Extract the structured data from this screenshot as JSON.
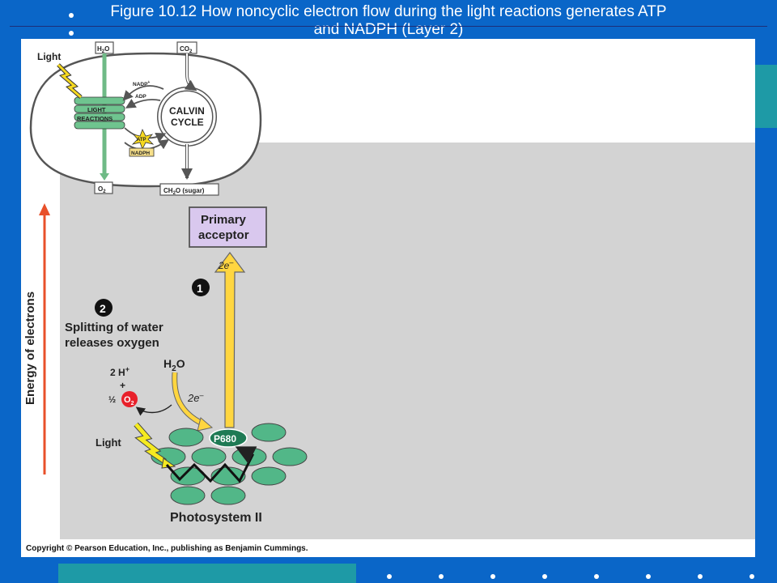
{
  "slide": {
    "title_line1": "Figure 10.12  How noncyclic electron flow during the light reactions generates ATP",
    "title_line2": "and NADPH (Layer 2)"
  },
  "overview": {
    "light": "Light",
    "h2o": "H",
    "h2o_sub": "2",
    "h2o_tail": "O",
    "co2": "CO",
    "co2_sub": "2",
    "light_reactions_1": "LIGHT",
    "light_reactions_2": "REACTIONS",
    "calvin_1": "CALVIN",
    "calvin_2": "CYCLE",
    "nadp": "NADP",
    "nadp_sup": "+",
    "adp": "ADP",
    "atp": "ATP",
    "nadph": "NADPH",
    "o2": "O",
    "o2_sub": "2",
    "sugar_a": "CH",
    "sugar_sub": "2",
    "sugar_b": "O (sugar)"
  },
  "diagram": {
    "axis_label": "Energy of electrons",
    "primary_acceptor_1": "Primary",
    "primary_acceptor_2": "acceptor",
    "two_e_top": "2e",
    "two_e_top_sup": "–",
    "step1": "1",
    "step2": "2",
    "splitting_1": "Splitting of water",
    "splitting_2": "releases oxygen",
    "h2o": "H",
    "h2o_sub": "2",
    "h2o_tail": "O",
    "two_h": "2 H",
    "two_h_sup": "+",
    "plus": "+",
    "half": "½",
    "o2": "O",
    "o2_sub": "2",
    "two_e_mid": "2e",
    "two_e_mid_sup": "–",
    "light": "Light",
    "p680": "P680",
    "photosystem": "Photosystem II",
    "copyright": "Copyright © Pearson Education, Inc., publishing as Benjamin Cummings."
  },
  "colors": {
    "background": "#0a66c8",
    "teal": "#1e9aa6",
    "gray_panel": "#d3d3d3",
    "lavender_box": "#d9c8ee",
    "yellow_arrow": "#ffd640",
    "green_disc": "#52b788",
    "red_o2": "#e8202a"
  }
}
